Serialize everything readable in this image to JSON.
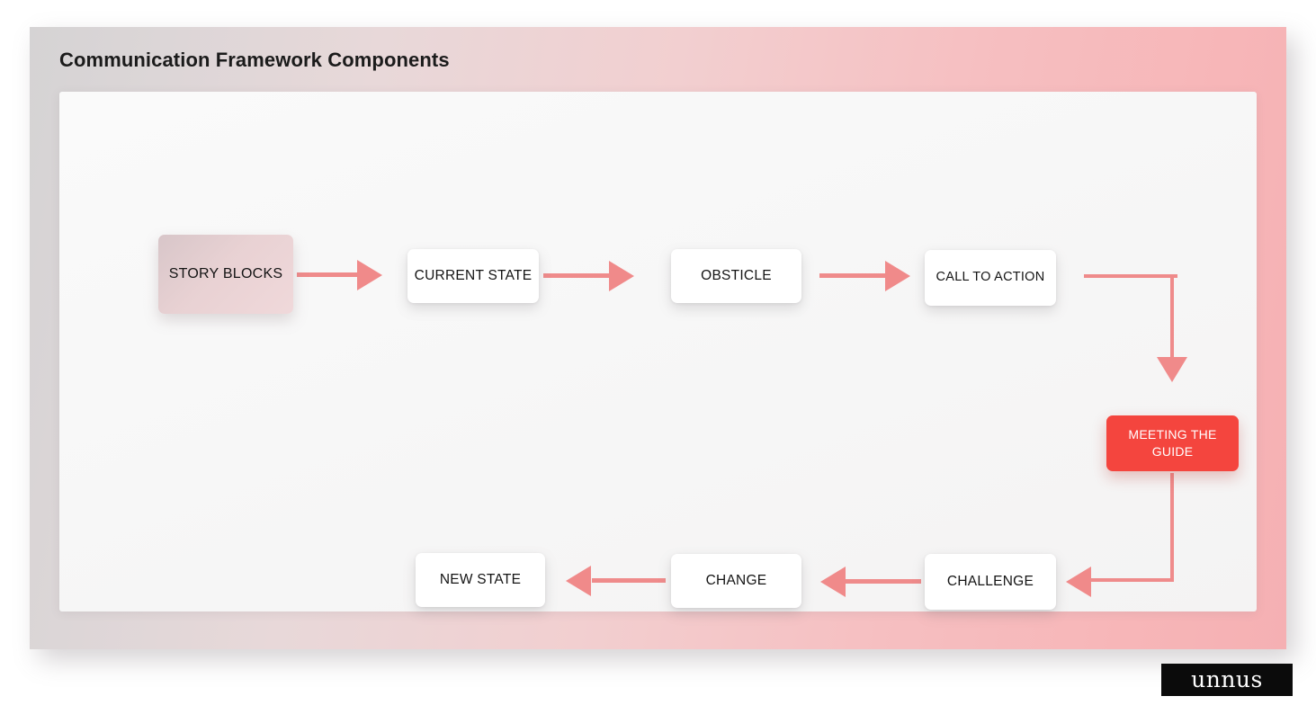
{
  "page": {
    "title": "Communication Framework Components",
    "background_color": "#ffffff"
  },
  "card": {
    "gradient_from": "#d5d3d4",
    "gradient_to": "#f5b0b3"
  },
  "panel": {
    "background_color": "#f7f7f7"
  },
  "diagram": {
    "accent_color": "#f4453e",
    "connector_color": "#f08a8a",
    "nodes": [
      {
        "id": "story-blocks",
        "label": "STORY BLOCKS",
        "style": "tinted",
        "text_color": "#141414"
      },
      {
        "id": "current-state",
        "label": "CURRENT STATE",
        "style": "white",
        "text_color": "#141414"
      },
      {
        "id": "obsticle",
        "label": "OBSTICLE",
        "style": "white",
        "text_color": "#141414"
      },
      {
        "id": "call-to-action",
        "label": "CALL TO ACTION",
        "style": "white",
        "text_color": "#141414"
      },
      {
        "id": "meeting-guide",
        "label": "MEETING THE GUIDE",
        "style": "accent",
        "text_color": "#ffffff"
      },
      {
        "id": "challenge",
        "label": "CHALLENGE",
        "style": "white",
        "text_color": "#141414"
      },
      {
        "id": "change",
        "label": "CHANGE",
        "style": "white",
        "text_color": "#141414"
      },
      {
        "id": "new-state",
        "label": "NEW STATE",
        "style": "white",
        "text_color": "#141414"
      }
    ],
    "connectors": [
      {
        "from": "story-blocks",
        "to": "current-state",
        "direction": "right"
      },
      {
        "from": "current-state",
        "to": "obsticle",
        "direction": "right"
      },
      {
        "from": "obsticle",
        "to": "call-to-action",
        "direction": "right"
      },
      {
        "from": "call-to-action",
        "to": "meeting-guide",
        "direction": "elbow-right-down"
      },
      {
        "from": "meeting-guide",
        "to": "challenge",
        "direction": "elbow-down-left"
      },
      {
        "from": "challenge",
        "to": "change",
        "direction": "left"
      },
      {
        "from": "change",
        "to": "new-state",
        "direction": "left"
      }
    ]
  },
  "branding": {
    "logo_text": "unnus",
    "logo_background": "#0b0b0b",
    "logo_text_color": "#ffffff"
  }
}
